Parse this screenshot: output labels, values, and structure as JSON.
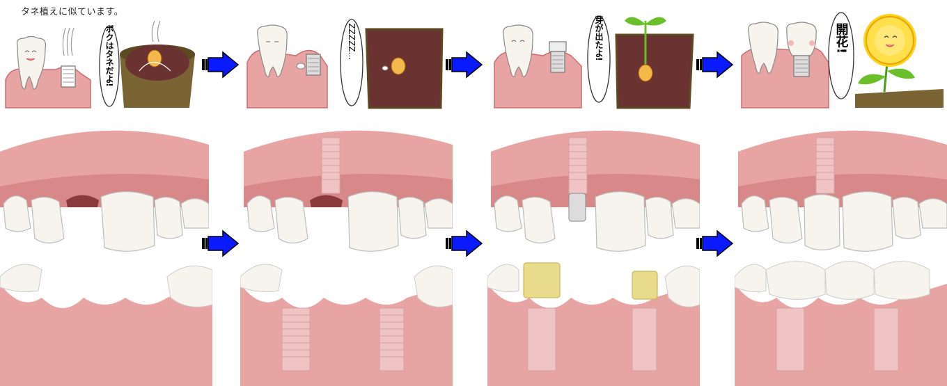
{
  "caption": "タネ植えに似ています。",
  "comics": [
    {
      "speech": "ボクはタネだよ!"
    },
    {
      "speech": "ZZZZZ…"
    },
    {
      "speech": "芽が出たよ!"
    },
    {
      "speech": "開花!"
    }
  ],
  "colors": {
    "gum": "#e8a3a3",
    "gum_dark": "#c96f72",
    "tooth": "#f6f4ec",
    "soil": "#6b3232",
    "pot": "#7a6434",
    "arrow": "#0a1aff",
    "implant": "#c9c0c0",
    "abutment_gold": "#e8dc8c",
    "sunflower": "#ffd21a",
    "leaf": "#6bbf2a"
  }
}
